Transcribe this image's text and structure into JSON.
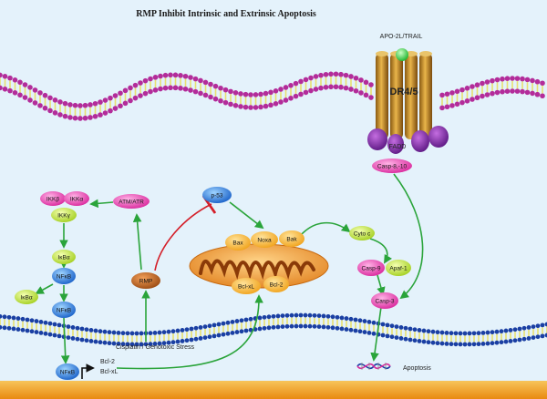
{
  "title": "RMP Inhibit Intrinsic and Extrinsic Apoptosis",
  "receptor": {
    "ligand": "APO-2L/TRAIL",
    "name": "DR4/5",
    "adaptor": "FADD",
    "caspase": "Casp-8,-10"
  },
  "nfkb_pathway": {
    "ikkb": "IKKβ",
    "ikka": "IKKα",
    "ikkg": "IKKγ",
    "ikba": "IκBα",
    "ikba_free": "IκBα",
    "nfkb": "NFκB",
    "nfkb_2": "NFκB",
    "nfkb_nuclear": "NFκB",
    "atm_atr": "ATM/ATR"
  },
  "rmp": "RMP",
  "p53": "p-53",
  "mitochondria": {
    "bax": "Bax",
    "noxa": "Noxa",
    "bak": "Bak",
    "bclxl": "Bcl-xL",
    "bcl2": "Bcl-2"
  },
  "apoptosome": {
    "cytoc": "Cyto c",
    "casp9": "Casp-9",
    "apaf1": "Apaf-1",
    "casp3": "Casp-3"
  },
  "stress_label": "Cisplatin / Genotoxic Stress",
  "gene_targets": [
    "Bcl-2",
    "Bcl-xL"
  ],
  "apoptosis_label": "Apoptosis",
  "colors": {
    "background": "#e4f2fb",
    "membrane_head": "#b32c9a",
    "membrane_tail": "#e8e070",
    "nucleus_head": "#1a3fa3",
    "arrow_green": "#2aa43a",
    "inhibit_red": "#d41e28",
    "receptor_gold": "#c98e27",
    "floor_orange": "#f2a21d"
  }
}
